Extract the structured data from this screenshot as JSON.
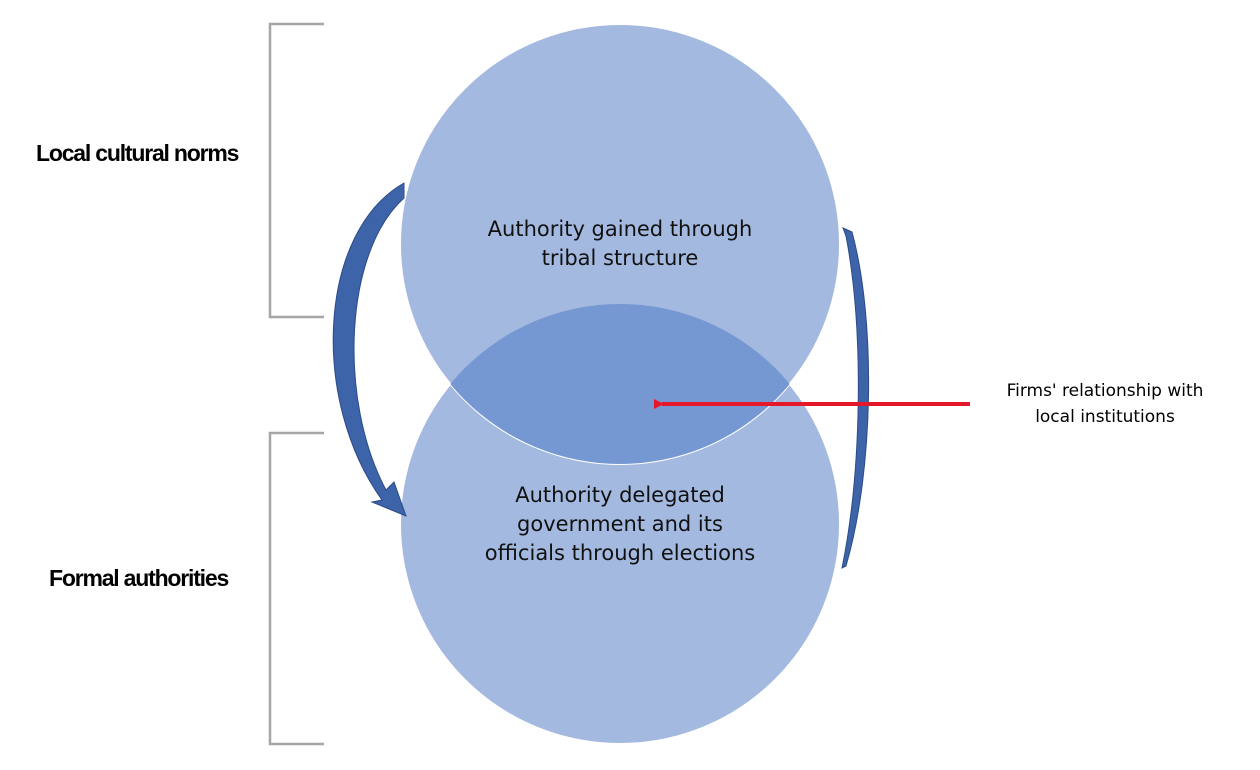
{
  "labels": {
    "top_bracket": "Local cultural norms",
    "bottom_bracket": "Formal authorities"
  },
  "circles": {
    "top": {
      "lines": [
        "Authority gained through",
        "tribal structure"
      ]
    },
    "bottom": {
      "lines": [
        "Authority delegated",
        "government and its",
        "officials through elections"
      ]
    }
  },
  "annotation": {
    "lines": [
      "Firms' relationship with",
      "local institutions"
    ]
  },
  "colors": {
    "circle_fill": "#a4b9e0",
    "overlap_fill": "#7698d2",
    "arrow_blue": "#3d63a8",
    "pointer_red": "#e5182b",
    "bracket_gray": "#a6a6a6"
  }
}
